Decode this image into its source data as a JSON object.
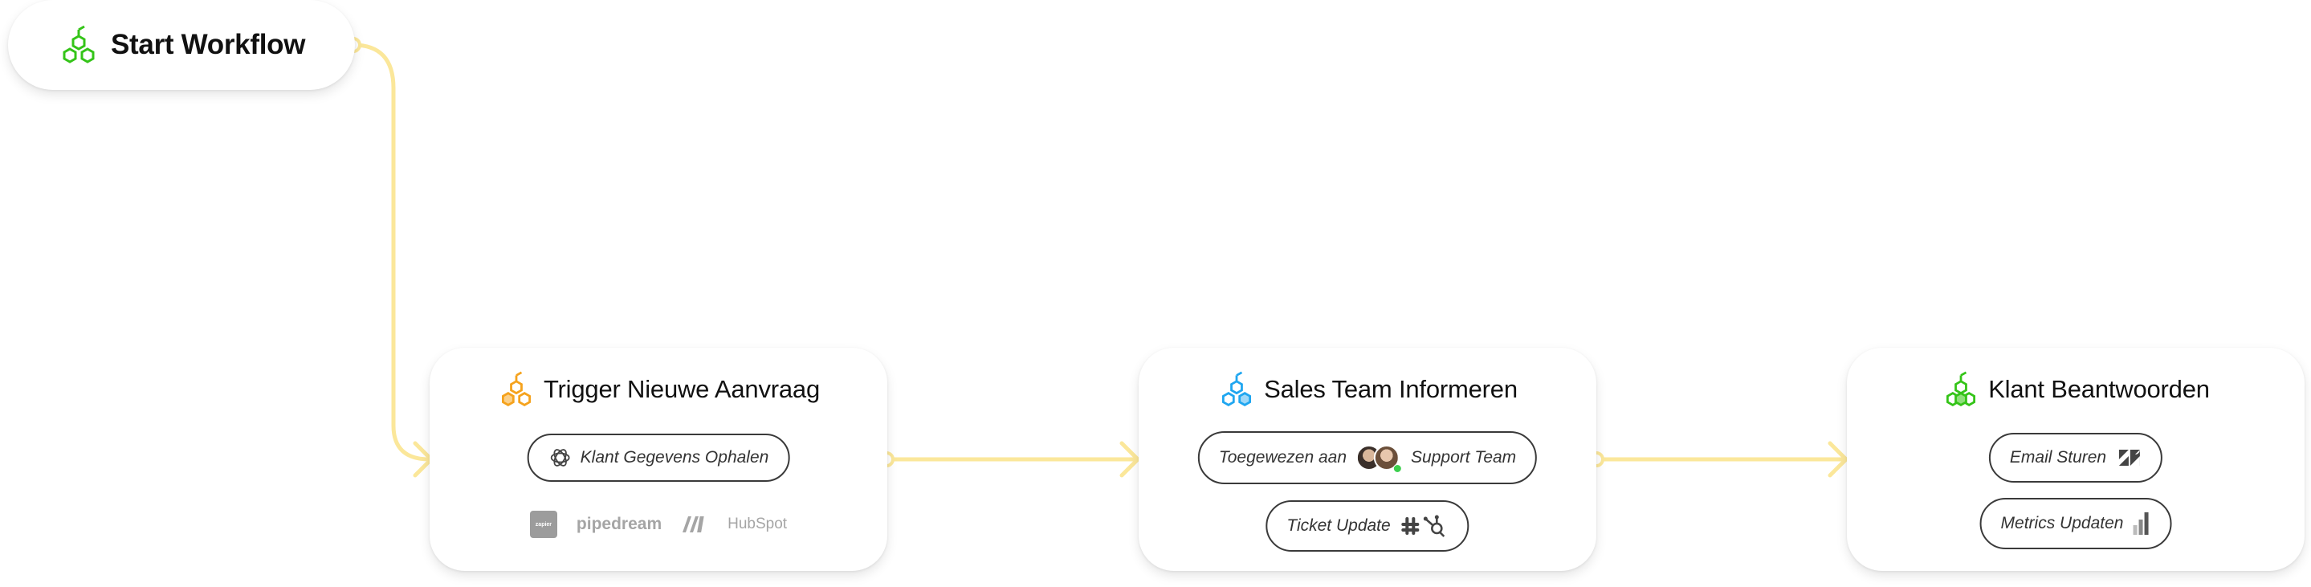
{
  "colors": {
    "connector": "#fbe79a",
    "start_icon": "#34c418",
    "trigger_icon": "#f5a21c",
    "sales_icon": "#1fa6f0",
    "klant_icon": "#34c418",
    "logo_gray": "#a5a5a5"
  },
  "start": {
    "title": "Start Workflow",
    "icon": "hexagon-cluster-icon"
  },
  "steps": [
    {
      "title": "Trigger Nieuwe Aanvraag",
      "icon": "hexagon-cluster-icon",
      "actions": [
        {
          "label": "Klant Gegevens Ophalen",
          "icon": "openai-icon"
        }
      ],
      "logos": {
        "zapier": "zapier",
        "pipedream": "pipedream",
        "make": "make-logo-icon",
        "hubspot": "HubSpot"
      }
    },
    {
      "title": "Sales Team Informeren",
      "icon": "hexagon-cluster-icon",
      "actions": [
        {
          "label": "Toegewezen aan",
          "sublabel": "Support Team",
          "icon": "avatars-icon"
        },
        {
          "label": "Ticket Update",
          "icon": "slack-hubspot-icon"
        }
      ]
    },
    {
      "title": "Klant Beantwoorden",
      "icon": "hexagon-cluster-icon",
      "actions": [
        {
          "label": "Email Sturen",
          "icon": "zendesk-icon"
        },
        {
          "label": "Metrics Updaten",
          "icon": "bar-chart-icon"
        }
      ]
    }
  ]
}
